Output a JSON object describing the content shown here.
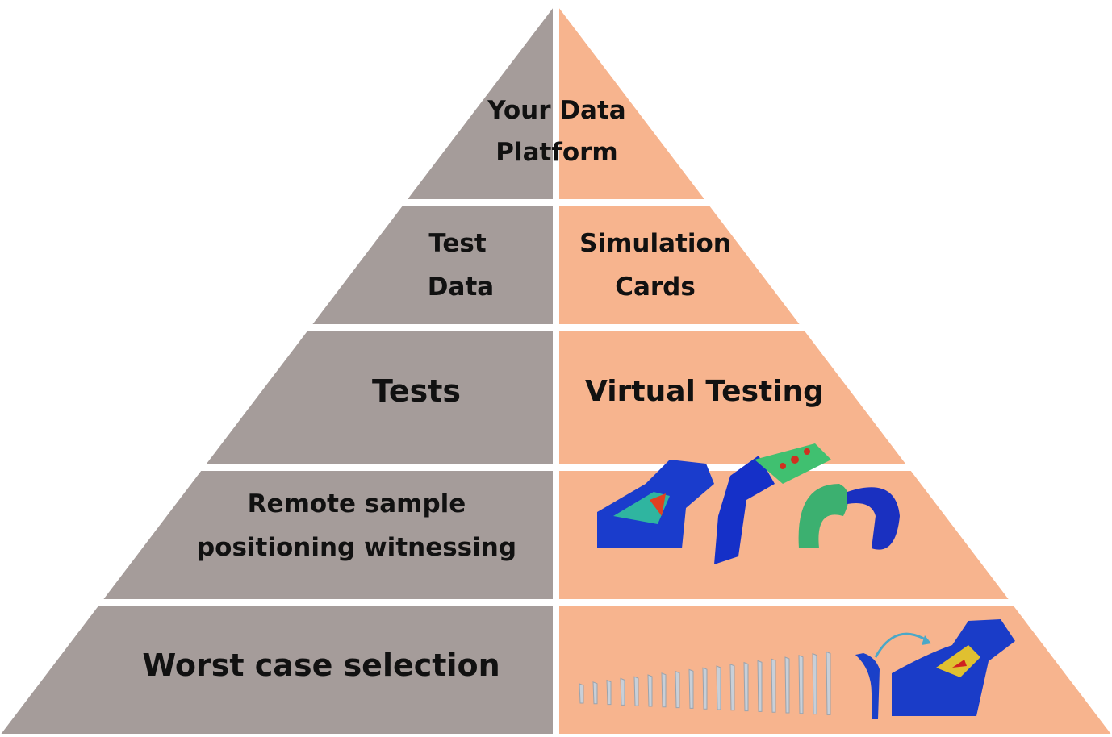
{
  "colors": {
    "left": "#a59c9a",
    "right": "#f7b48e",
    "divider": "#ffffff"
  },
  "levels": [
    {
      "left": [
        "Your Data",
        "Platform"
      ],
      "right": []
    },
    {
      "left": [
        "Test",
        "Data"
      ],
      "right": [
        "Simulation",
        "Cards"
      ]
    },
    {
      "left": [
        "Tests"
      ],
      "right": [
        "Virtual Testing"
      ]
    },
    {
      "left": [
        "Remote sample",
        "positioning witnessing"
      ],
      "right": [],
      "right_image": "fea-simulation-models"
    },
    {
      "left": [
        "Worst case selection"
      ],
      "right": [],
      "right_image": "implant-series-worst-case-fea"
    }
  ]
}
